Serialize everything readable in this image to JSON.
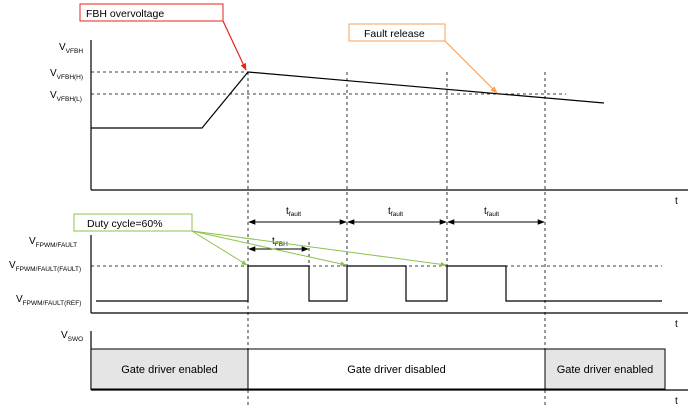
{
  "callouts": {
    "overvoltage": "FBH overvoltage",
    "release": "Fault release",
    "duty_cycle": "Duty cycle=60%"
  },
  "colors": {
    "overvoltage_arrow": "#e8231f",
    "release_arrow": "#f5a35b",
    "duty_arrow": "#8dc34a",
    "state_box_fill": "#e5e5e5"
  },
  "plot1": {
    "y_label": "V",
    "y_label_sub": "VFBH",
    "level_h": "V",
    "level_h_sub": "VFBH(H)",
    "level_l": "V",
    "level_l_sub": "VFBH(L)",
    "x_label": "t"
  },
  "timing": {
    "t_fault_main": "t",
    "t_fault_sub": "fault",
    "t_fbh_main": "t",
    "t_fbh_sub": "FBH"
  },
  "plot2": {
    "y_label": "V",
    "y_label_sub": "FPWM/FAULT",
    "level_fault": "V",
    "level_fault_sub": "FPWM/FAULT(FAULT)",
    "level_ref": "V",
    "level_ref_sub": "FPWM/FAULT(REF)",
    "x_label": "t"
  },
  "plot3": {
    "y_label": "V",
    "y_label_sub": "SWO",
    "x_label": "t",
    "states": [
      "Gate driver enabled",
      "Gate driver disabled",
      "Gate driver enabled"
    ]
  }
}
